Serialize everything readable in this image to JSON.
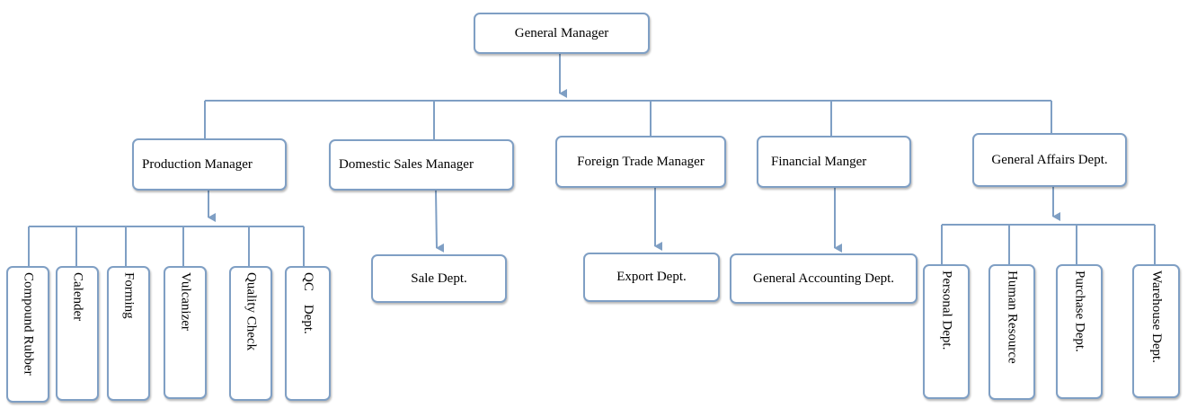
{
  "chart": {
    "root": "General Manager",
    "managers": [
      {
        "label": "Production Manager"
      },
      {
        "label": "Domestic Sales Manager"
      },
      {
        "label": "Foreign Trade Manager"
      },
      {
        "label": "Financial Manger"
      },
      {
        "label": "General Affairs Dept."
      }
    ],
    "production_units": [
      "Compound Rubber",
      "Calender",
      "Forming",
      "Vulcanizer",
      "Quality Check",
      "QC    Dept."
    ],
    "sales_unit": "Sale Dept.",
    "trade_unit": "Export Dept.",
    "finance_unit": "General Accounting Dept.",
    "affairs_units": [
      "Personal Dept.",
      "Human Resource",
      "Purchase Dept.",
      "Warehouse Dept."
    ]
  },
  "colors": {
    "border": "#7f9fc4",
    "connector": "#7f9fc4"
  }
}
